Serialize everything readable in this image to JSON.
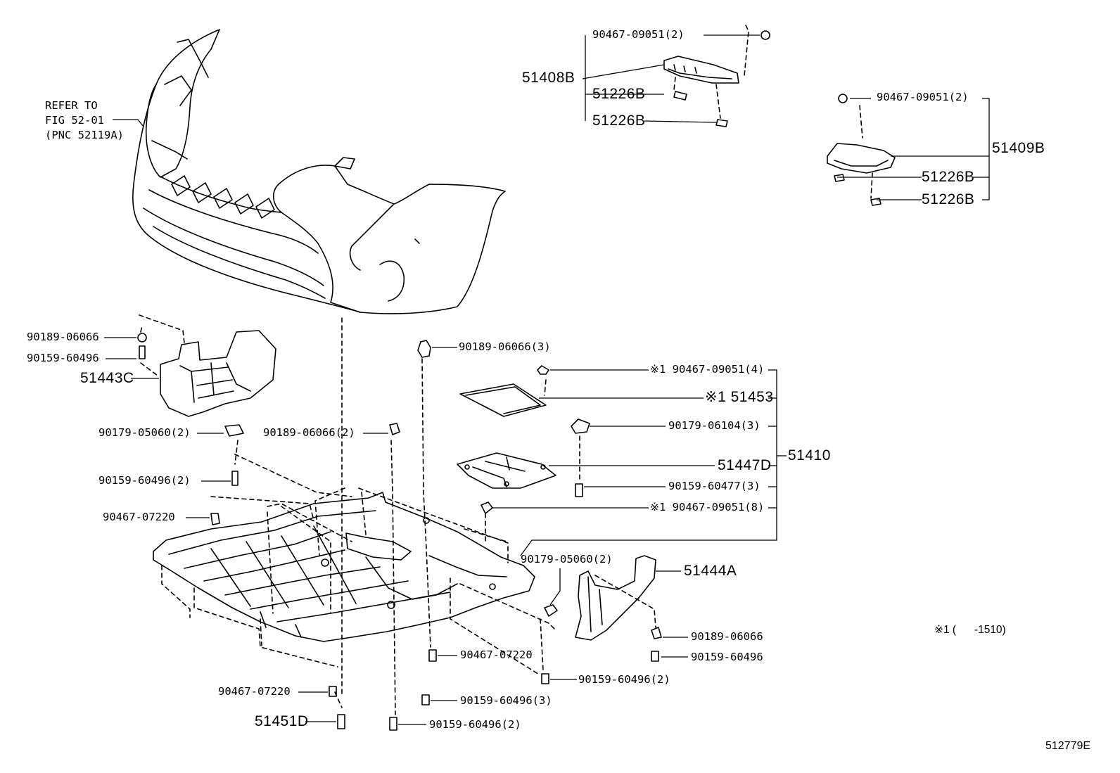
{
  "diagram": {
    "reference": {
      "line1": "REFER TO",
      "line2": "FIG 52-01",
      "line3": "(PNC 52119A)"
    },
    "figure_number": "512779E",
    "footnote": "※1 (      -1510)",
    "labels": {
      "p51408b": "51408B",
      "p51226b_1": "51226B",
      "p51226b_2": "51226B",
      "p90467_09051_2a": "90467-09051(2)",
      "p90467_09051_2b": "90467-09051(2)",
      "p51409b": "51409B",
      "p51226b_3": "51226B",
      "p51226b_4": "51226B",
      "p90189_06066_a": "90189-06066",
      "p90159_60496_a": "90159-60496",
      "p51443c": "51443C",
      "p90179_05060_2a": "90179-05060(2)",
      "p90189_06066_2": "90189-06066(2)",
      "p90159_60496_2a": "90159-60496(2)",
      "p90467_07220_a": "90467-07220",
      "p90189_06066_3": "90189-06066(3)",
      "p90467_09051_4": "※1 90467-09051(4)",
      "p51453": "※1 51453",
      "p90179_06104_3": "90179-06104(3)",
      "p51447d": "51447D",
      "p51410": "51410",
      "p90159_60477_3": "90159-60477(3)",
      "p90467_09051_8": "※1 90467-09051(8)",
      "p90179_05060_2b": "90179-05060(2)",
      "p51444a": "51444A",
      "p90189_06066_b": "90189-06066",
      "p90159_60496_b": "90159-60496",
      "p90467_07220_b": "90467-07220",
      "p90159_60496_2b": "90159-60496(2)",
      "p90467_07220_c": "90467-07220",
      "p90159_60496_3": "90159-60496(3)",
      "p51451d": "51451D",
      "p90159_60496_2c": "90159-60496(2)"
    }
  }
}
